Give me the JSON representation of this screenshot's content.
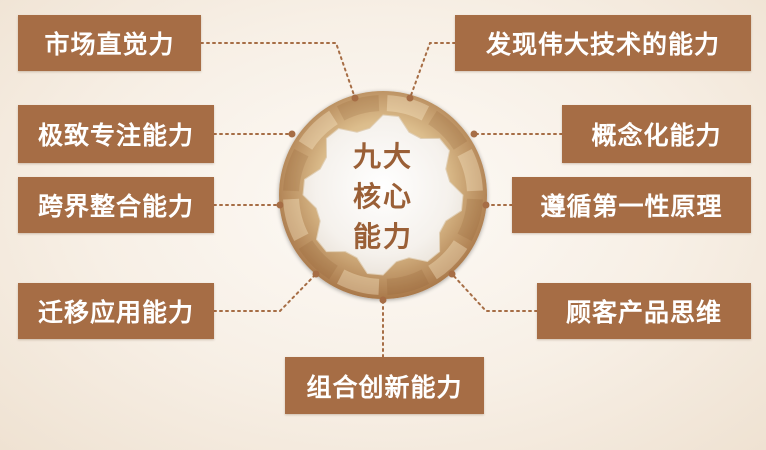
{
  "center": {
    "lines": [
      "九大",
      "核心",
      "能力"
    ]
  },
  "abilities": [
    "市场直觉力",
    "发现伟大技术的能力",
    "极致专注能力",
    "概念化能力",
    "跨界整合能力",
    "遵循第一性原理",
    "迁移应用能力",
    "顾客产品思维",
    "组合创新能力"
  ],
  "colors": {
    "box": "#a66d45",
    "box_text": "#ffffff",
    "center_text": "#9a5f36",
    "gear_light": "#e6cfa3",
    "gear_dark": "#b88a55",
    "connector": "#a66d45",
    "background": "#f7efe5"
  }
}
